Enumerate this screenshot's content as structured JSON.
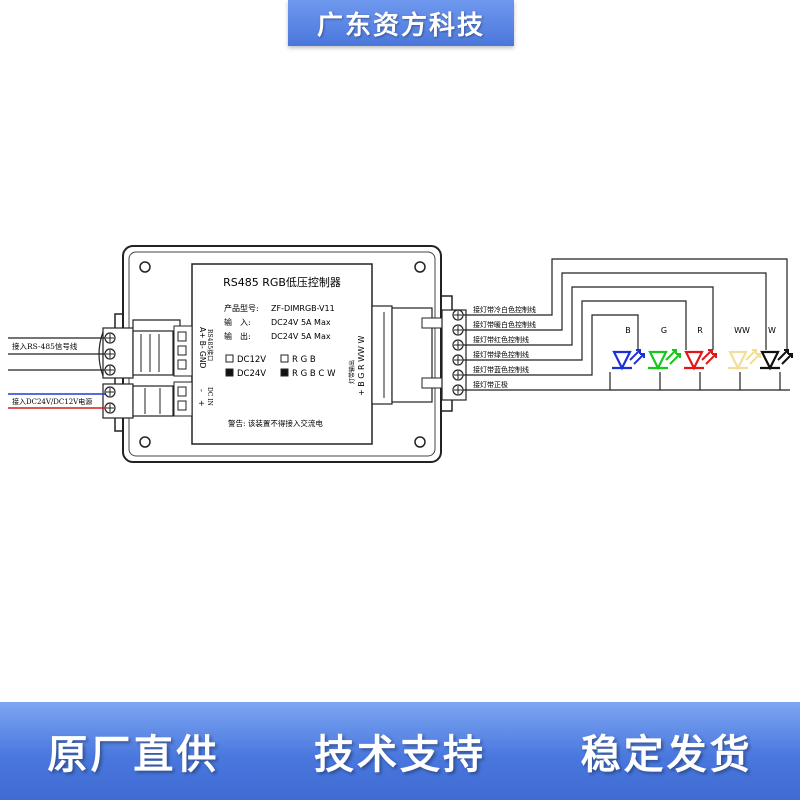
{
  "header": {
    "company": "广东资方科技"
  },
  "device": {
    "title": "RS485 RGB低压控制器",
    "model_label": "产品型号:",
    "model_value": "ZF-DIMRGB-V11",
    "input_label": "输　入:",
    "input_value": "DC24V 5A Max",
    "output_label": "输　出:",
    "output_value": "DC24V 5A Max",
    "opt_dc12v": "DC12V",
    "opt_rgb": "R G B",
    "opt_dc24v": "DC24V",
    "opt_rgbcw": "R G B C W",
    "warning": "警告: 该装置不得接入交流电",
    "left_block_label": "RS485接口",
    "left_block_pins": "A+ B- GND",
    "power_block_label": "DC IN",
    "power_block_pins": "-　+",
    "out_block_label": "灯带输出",
    "out_block_pins": "+ B G R WW W"
  },
  "left_wires": {
    "rs485": "接入RS-485信号线",
    "power": "接入DC24V/DC12V电源"
  },
  "right_wires": [
    "接灯带冷白色控制线",
    "接灯带暖白色控制线",
    "接灯带红色控制线",
    "接灯带绿色控制线",
    "接灯带蓝色控制线",
    "接灯带正极"
  ],
  "leds": [
    {
      "label": "B",
      "color": "#1f2fd6"
    },
    {
      "label": "G",
      "color": "#19c61c"
    },
    {
      "label": "R",
      "color": "#e01818"
    },
    {
      "label": "WW",
      "color": "#f0df9a"
    },
    {
      "label": "W",
      "color": "#111111"
    }
  ],
  "footer": {
    "item1": "原厂直供",
    "item2": "技术支持",
    "item3": "稳定发货"
  }
}
